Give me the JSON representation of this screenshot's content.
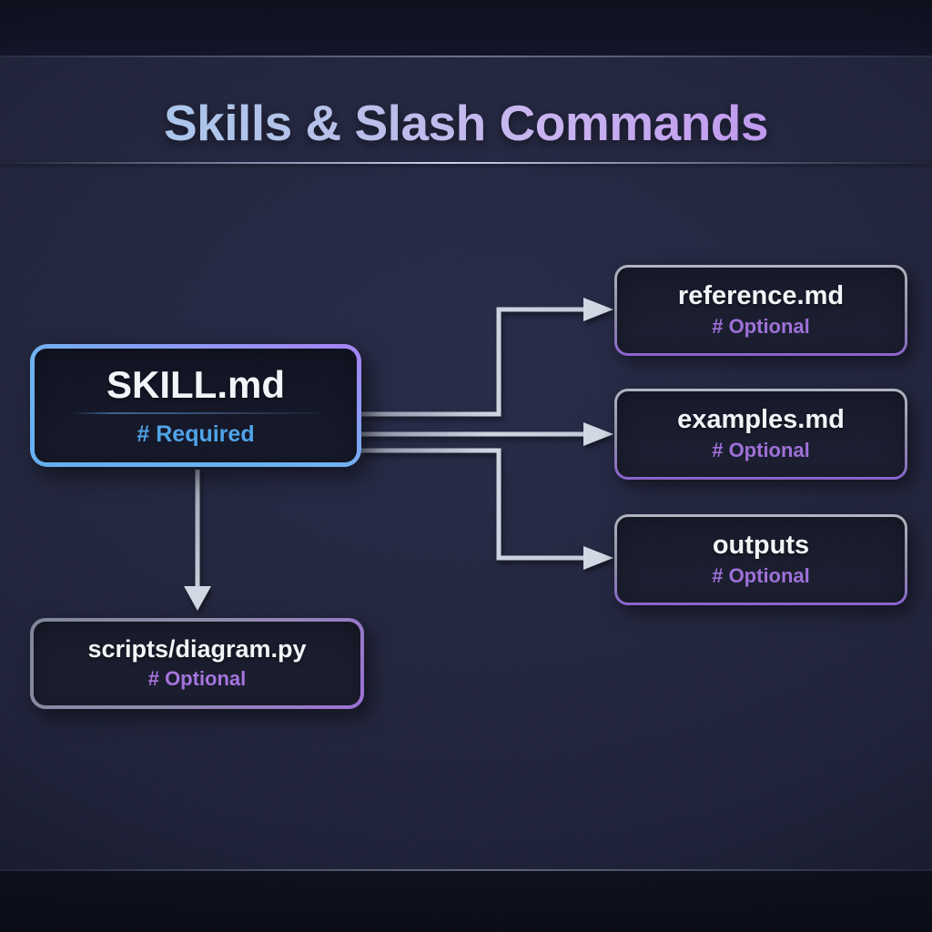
{
  "title": "Skills & Slash Commands",
  "nodes": {
    "skill": {
      "label": "SKILL.md",
      "tag": "# Required"
    },
    "reference": {
      "label": "reference.md",
      "tag": "# Optional"
    },
    "examples": {
      "label": "examples.md",
      "tag": "# Optional"
    },
    "outputs": {
      "label": "outputs",
      "tag": "# Optional"
    },
    "scripts": {
      "label": "scripts/diagram.py",
      "tag": "# Optional"
    }
  },
  "edges": [
    {
      "from": "SKILL.md",
      "to": "reference.md"
    },
    {
      "from": "SKILL.md",
      "to": "examples.md"
    },
    {
      "from": "SKILL.md",
      "to": "outputs"
    },
    {
      "from": "SKILL.md",
      "to": "scripts/diagram.py"
    }
  ],
  "colors": {
    "background": "#1d2037",
    "required_accent": "#4da3e8",
    "optional_accent": "#9d6ed6",
    "skill_border_blue": "#6cb2f0",
    "skill_border_purple": "#a77ff2",
    "optional_border_silver": "#9aa0ad",
    "optional_border_purple": "#8a5fd0",
    "arrow": "#c3c9d5",
    "title_gradient_start": "#9ecbf2",
    "title_gradient_end": "#bd92ee",
    "label_text": "#f4f5f8"
  }
}
